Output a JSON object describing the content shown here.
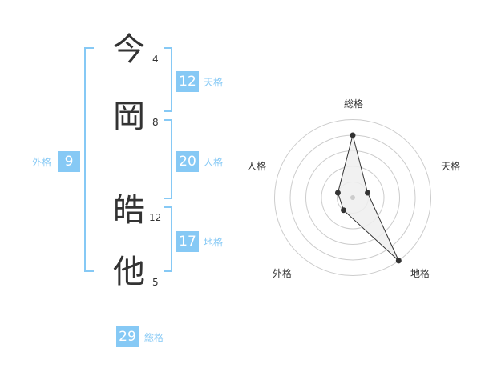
{
  "name": {
    "characters": [
      {
        "char": "今",
        "strokes": "4"
      },
      {
        "char": "岡",
        "strokes": "8"
      },
      {
        "char": "皓",
        "strokes": "12"
      },
      {
        "char": "他",
        "strokes": "5"
      }
    ]
  },
  "kaku": {
    "tenkaku": {
      "value": "12",
      "label": "天格"
    },
    "jinkaku": {
      "value": "20",
      "label": "人格"
    },
    "chikaku": {
      "value": "17",
      "label": "地格"
    },
    "gaikaku": {
      "value": "9",
      "label": "外格"
    },
    "soukaku": {
      "value": "29",
      "label": "総格"
    }
  },
  "colors": {
    "accent": "#86c9f5",
    "text": "#333333"
  },
  "chart_data": {
    "type": "radar",
    "axes": [
      "総格",
      "天格",
      "地格",
      "外格",
      "人格"
    ],
    "values": [
      4,
      1,
      5,
      1,
      1
    ],
    "range": [
      0,
      5
    ]
  }
}
